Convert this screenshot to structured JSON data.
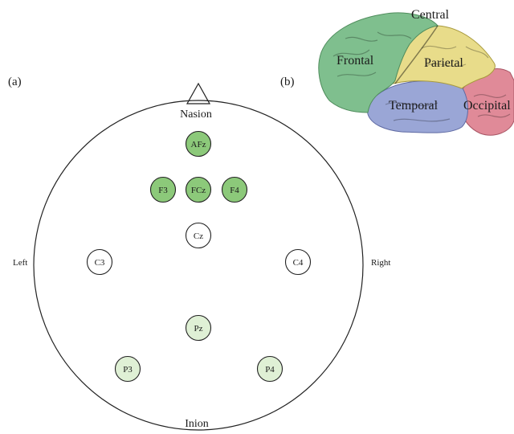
{
  "panels": {
    "a": "(a)",
    "b": "(b)"
  },
  "head": {
    "top": "Nasion",
    "bottom": "Inion",
    "left": "Left",
    "right": "Right"
  },
  "electrodes": [
    {
      "label": "AFz",
      "group": "frontal"
    },
    {
      "label": "F3",
      "group": "frontal"
    },
    {
      "label": "FCz",
      "group": "frontal"
    },
    {
      "label": "F4",
      "group": "frontal"
    },
    {
      "label": "Cz",
      "group": "central"
    },
    {
      "label": "C3",
      "group": "central"
    },
    {
      "label": "C4",
      "group": "central"
    },
    {
      "label": "Pz",
      "group": "parietal"
    },
    {
      "label": "P3",
      "group": "parietal"
    },
    {
      "label": "P4",
      "group": "parietal"
    }
  ],
  "colors": {
    "frontal": "#8cc97a",
    "central": "#ffffff",
    "parietal": "#dff0d5",
    "lobe_frontal": "#7fbf8e",
    "lobe_parietal": "#e8dc8a",
    "lobe_temporal": "#9aa6d6",
    "lobe_occipital": "#e08a98"
  },
  "brain": {
    "central": "Central",
    "frontal": "Frontal",
    "parietal": "Parietal",
    "temporal": "Temporal",
    "occipital": "Occipital"
  }
}
